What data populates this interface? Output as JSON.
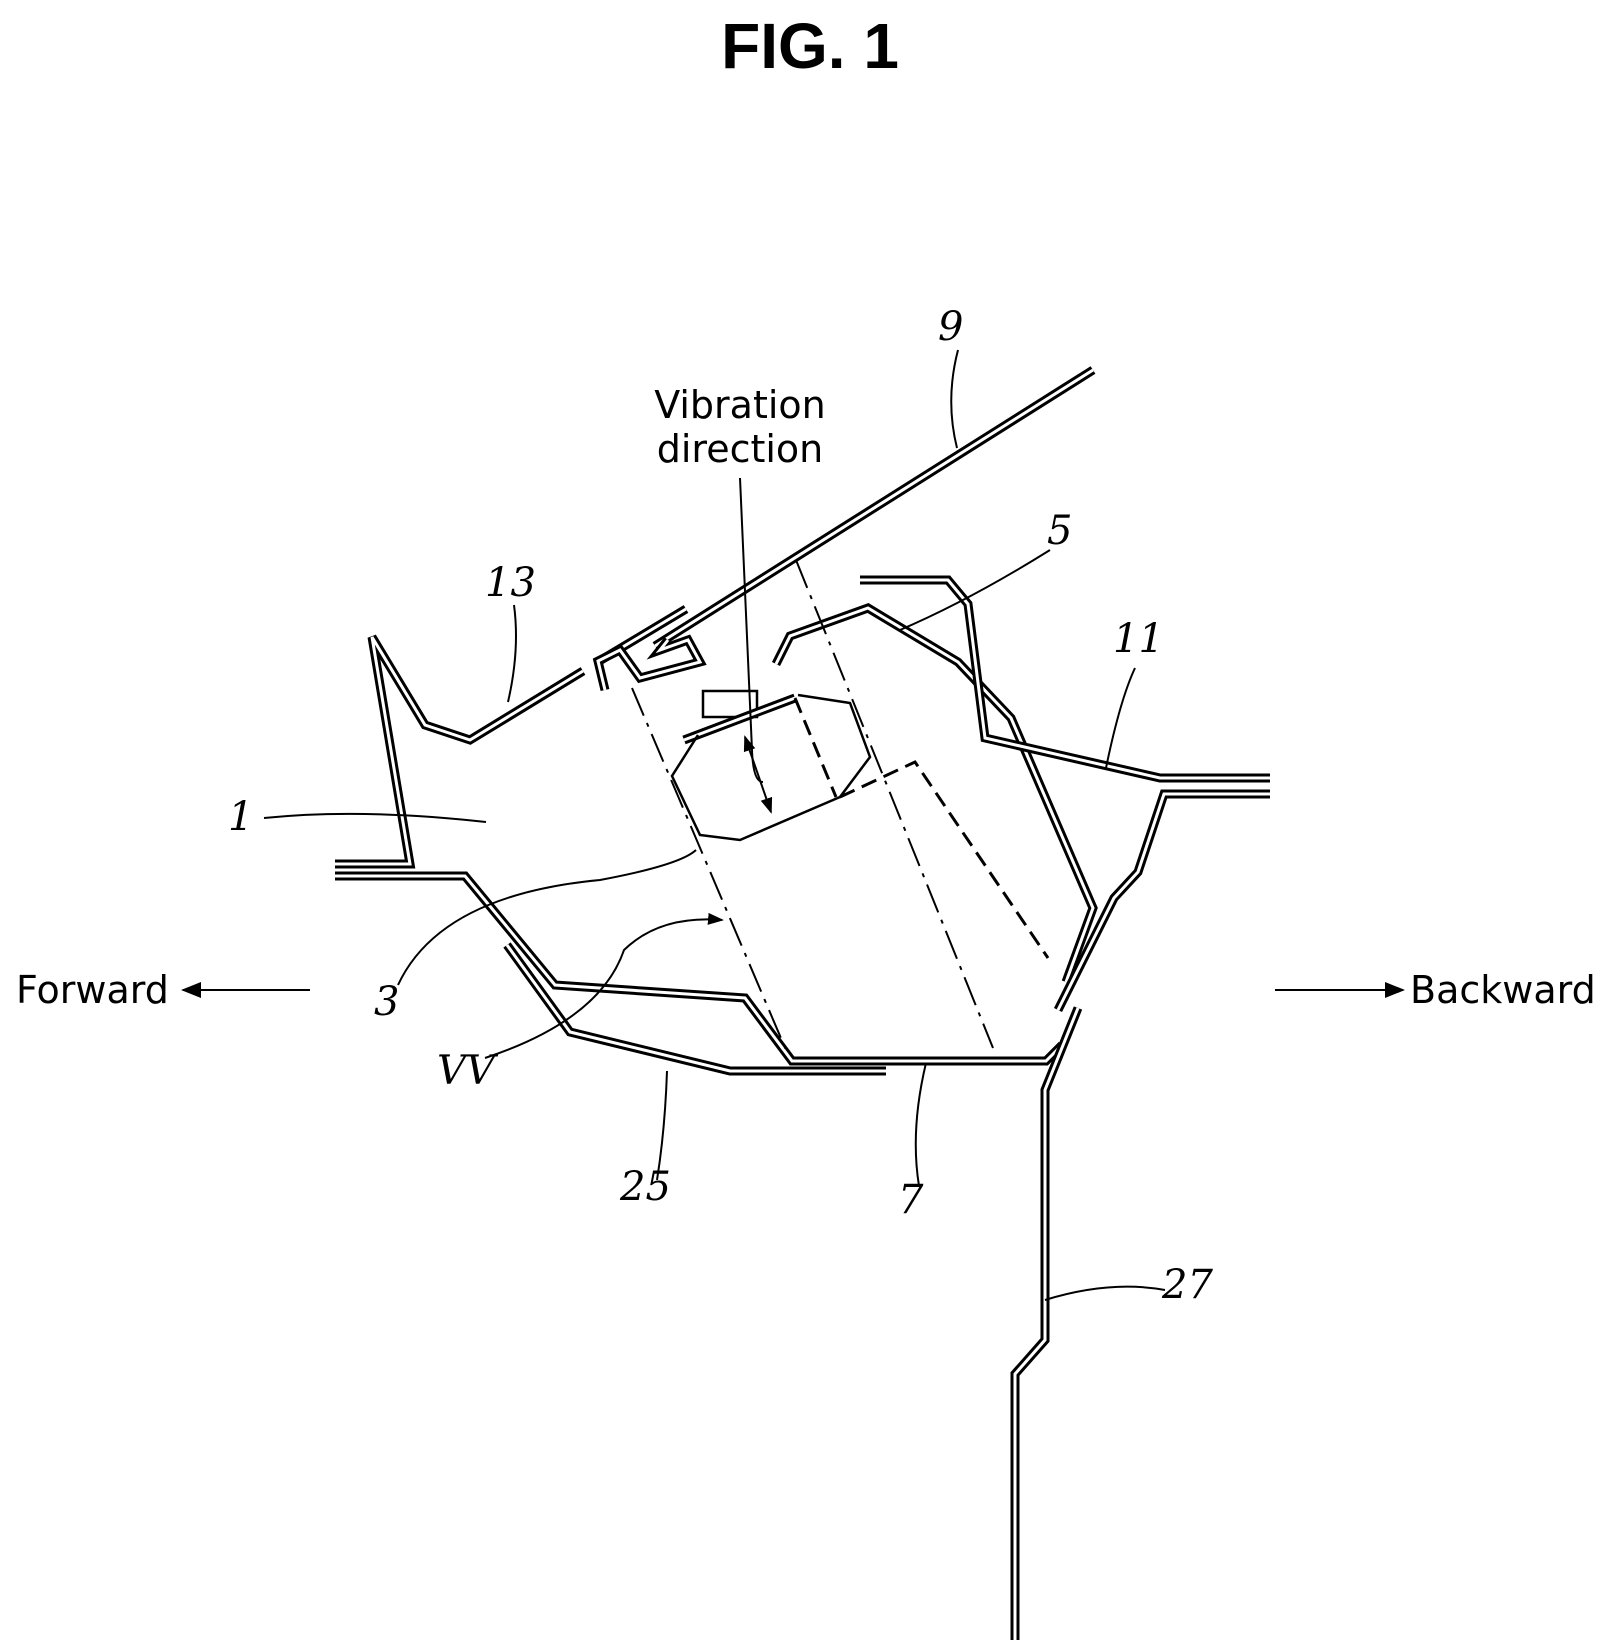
{
  "figure": {
    "title": "FIG. 1"
  },
  "annotations": {
    "vibration_line1": "Vibration",
    "vibration_line2": "direction",
    "forward": "Forward",
    "backward": "Backward"
  },
  "reference_numerals": {
    "n1": "1",
    "n3": "3",
    "n5": "5",
    "n7": "7",
    "n9": "9",
    "n11": "11",
    "n13": "13",
    "n25": "25",
    "n27": "27",
    "nVV": "VV"
  }
}
